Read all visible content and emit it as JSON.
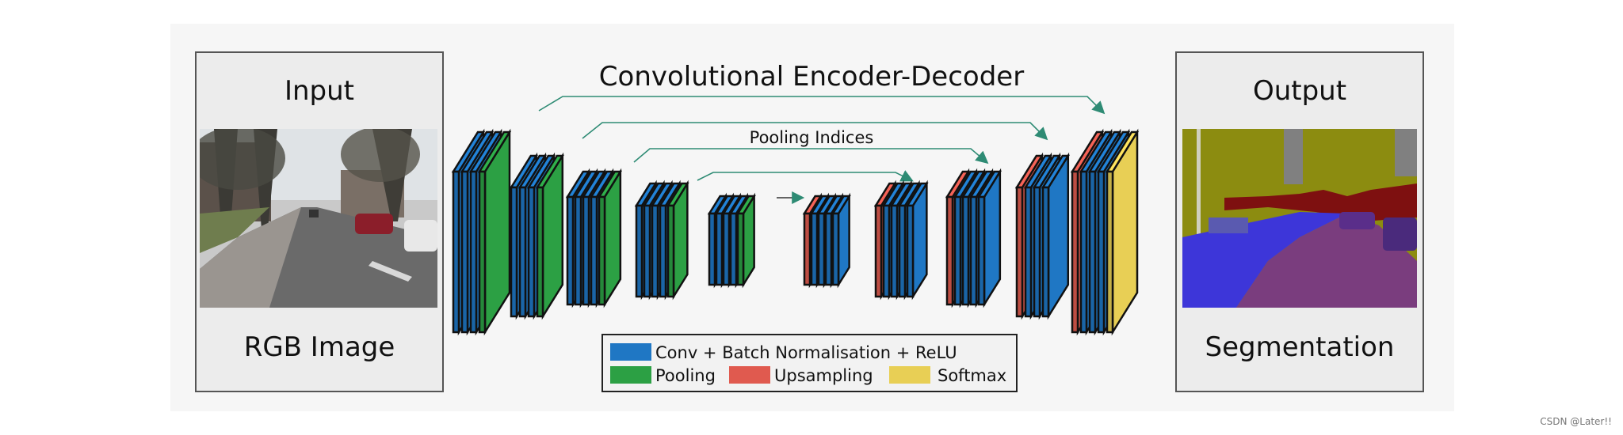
{
  "diagram": {
    "title": "Convolutional Encoder-Decoder",
    "skip_label": "Pooling Indices",
    "input_panel": {
      "title": "Input",
      "caption": "RGB Image"
    },
    "output_panel": {
      "title": "Output",
      "caption": "Segmentation"
    },
    "legend": [
      {
        "label": "Conv + Batch Normalisation + ReLU",
        "color": "#1f77c4"
      },
      {
        "label": "Pooling",
        "color": "#2ca044"
      },
      {
        "label": "Upsampling",
        "color": "#e05a4f"
      },
      {
        "label": "Softmax",
        "color": "#e8cf55"
      }
    ],
    "colors": {
      "conv": "#1f77c4",
      "pool": "#2ca044",
      "upsample": "#e05a4f",
      "softmax": "#e8cf55",
      "skip_line": "#2e8b74",
      "background_band": "#f2f2f2",
      "panel": "#ececec"
    }
  },
  "watermark": "CSDN @Later!!"
}
